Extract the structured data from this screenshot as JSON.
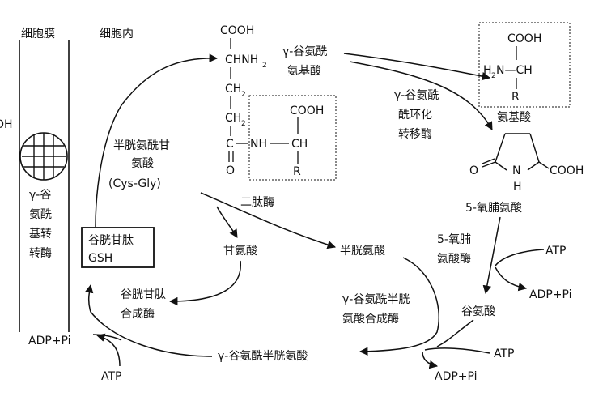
{
  "membrane": {
    "membrane_label": "细胞膜",
    "inside_label": "细胞内",
    "edge_fragment": "OH",
    "enzyme_lines": [
      "γ-谷",
      "氨酰",
      "基转",
      "转酶"
    ]
  },
  "gsh_box": {
    "line1": "谷胱甘肽",
    "line2": "GSH"
  },
  "cys_gly": {
    "lines": [
      "半胱氨酰甘",
      "氨酸",
      "(Cys-Gly)"
    ]
  },
  "structure_top": {
    "cooh": "COOH",
    "chnh2": "CHNH",
    "nh2_sub": "2",
    "ch2_a": "CH",
    "ch2_a_sub": "2",
    "ch2_b": "CH",
    "ch2_b_sub": "2",
    "c": "C",
    "o": "O",
    "nh": "NH",
    "ch": "CH",
    "r": "R",
    "cooh2": "COOH"
  },
  "gamma_glu_aa": {
    "lines": [
      "γ-谷氨酰",
      "氨基酸"
    ]
  },
  "amino_acid": {
    "cooh": "COOH",
    "h2n": "H",
    "h2n_sub": "2",
    "n_ch": "N—CH",
    "r": "R",
    "label": "氨基酸"
  },
  "cyclotransferase": {
    "lines": [
      "γ-谷氨酰",
      "酰环化",
      "转移酶"
    ]
  },
  "oxoproline": {
    "o": "O",
    "n": "N",
    "h": "H",
    "cooh": "COOH",
    "name": "5-氧脯氨酸"
  },
  "oxoprolinase": {
    "lines": [
      "5-氧脯",
      "氨酸酶"
    ]
  },
  "energy": {
    "atp_right": "ATP",
    "adp_right": "ADP+Pi",
    "atp_mid": "ATP",
    "adp_mid": "ADP+Pi",
    "atp_left": "ATP",
    "adp_left": "ADP+Pi"
  },
  "glutamate": "谷氨酸",
  "dipeptidase": "二肽酶",
  "glycine": "甘氨酸",
  "cysteine": "半胱氨酸",
  "gcs": {
    "lines": [
      "γ-谷氨酰半胱",
      "氨酸合成酶"
    ]
  },
  "gamma_glu_cys": "γ-谷氨酰半胱氨酸",
  "gs": {
    "lines": [
      "谷胱甘肽",
      "合成酶"
    ]
  }
}
